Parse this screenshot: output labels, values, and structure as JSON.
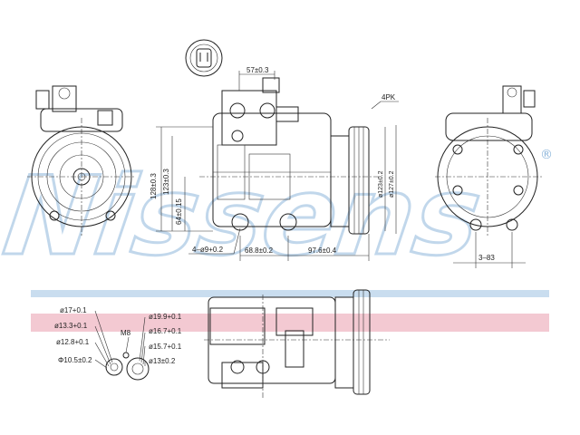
{
  "watermark": {
    "text": "Nissens",
    "reg_mark": "®"
  },
  "colors": {
    "band_blue": "#c9ddef",
    "band_pink": "#f3c9d2",
    "line": "#222222",
    "watermark": "#8fb7dc"
  },
  "dimensions": {
    "d57": "57±0.3",
    "d128": "128±0.3",
    "d123": "123±0.3",
    "d64": "64±0.15",
    "belt": "4PK",
    "dia123": "ø123±0.2",
    "dia127": "ø127±0.2",
    "holes": "4–ø9+0.2",
    "d68": "68.8±0.2",
    "d97": "97.6±0.4",
    "d3_83": "3–83"
  },
  "fittings": {
    "left": [
      "ø17+0.1",
      "ø13.3+0.1",
      "ø12.8+0.1",
      "Φ10.5±0.2"
    ],
    "thread": "M8",
    "right": [
      "ø19.9+0.1",
      "ø16.7+0.1",
      "ø15.7+0.1",
      "ø13±0.2"
    ]
  }
}
